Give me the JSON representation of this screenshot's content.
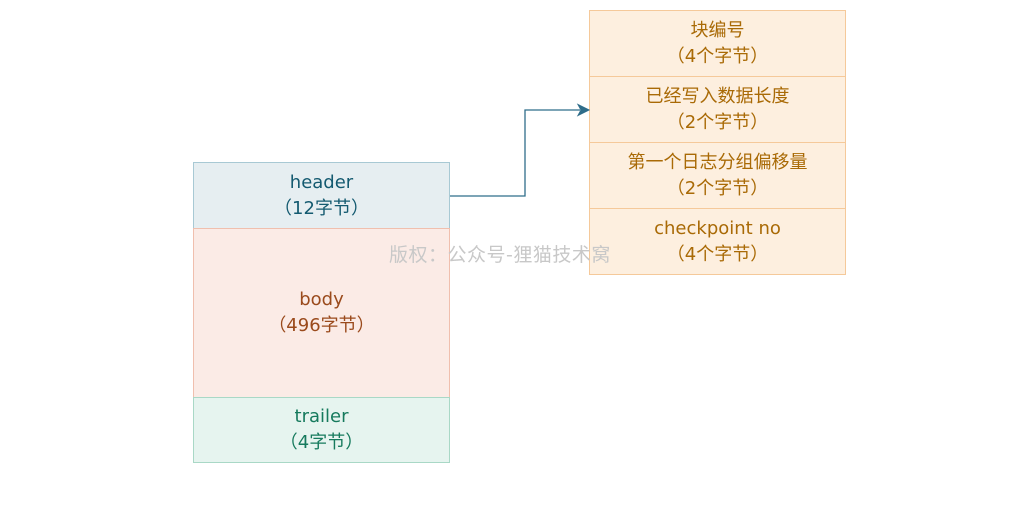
{
  "left_block": {
    "header": {
      "label": "header",
      "size": "（12字节）"
    },
    "body": {
      "label": "body",
      "size": "（496字节）"
    },
    "trailer": {
      "label": "trailer",
      "size": "（4字节）"
    }
  },
  "right_block": {
    "fields": [
      {
        "label": "块编号",
        "size": "（4个字节）"
      },
      {
        "label": "已经写入数据长度",
        "size": "（2个字节）"
      },
      {
        "label": "第一个日志分组偏移量",
        "size": "（2个字节）"
      },
      {
        "label": "checkpoint no",
        "size": "（4个字节）"
      }
    ]
  },
  "watermark": "版权：公众号-狸猫技术窝",
  "colors": {
    "header": "#145a70",
    "body": "#9a4a1c",
    "trailer": "#167a5d",
    "fields": "#a96a06",
    "arrow": "#2f6d8a"
  }
}
